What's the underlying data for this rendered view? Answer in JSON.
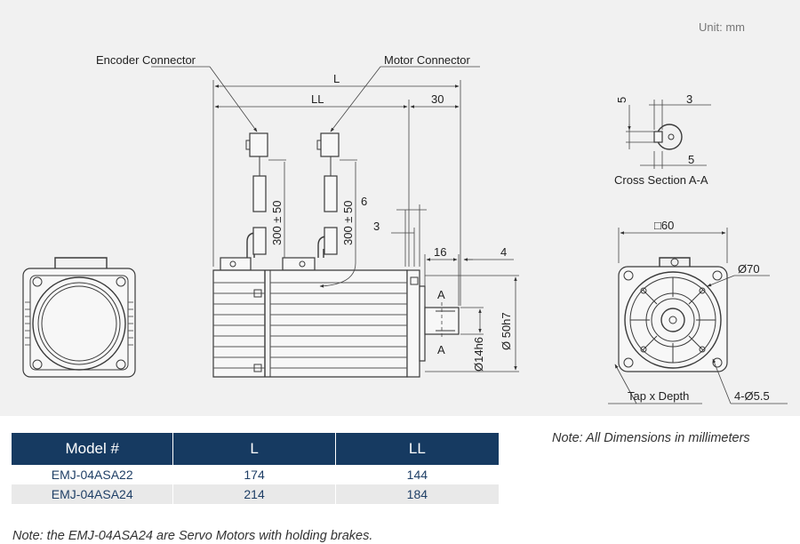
{
  "drawing": {
    "unit_label": "Unit: mm",
    "labels": {
      "encoder_connector": "Encoder Connector",
      "motor_connector": "Motor Connector",
      "L": "L",
      "LL": "LL",
      "dim_30": "30",
      "cable_length_1": "300 ± 50",
      "cable_length_2": "300 ± 50",
      "dim_6": "6",
      "dim_3": "3",
      "dim_16": "16",
      "dim_4": "4",
      "section_A_top": "A",
      "section_A_bottom": "A",
      "shaft_dia": "Ø14h6",
      "pilot_dia": "Ø 50h7",
      "cs_dim_5_vertical": "5",
      "cs_dim_3": "3",
      "cs_dim_5": "5",
      "cross_section_title": "Cross Section A-A",
      "flange_square": "□60",
      "bolt_circle": "Ø70",
      "tap_depth": "Tap x Depth",
      "mount_holes": "4-Ø5.5"
    }
  },
  "table": {
    "headers": [
      "Model #",
      "L",
      "LL"
    ],
    "rows": [
      [
        "EMJ-04ASA22",
        "174",
        "144"
      ],
      [
        "EMJ-04ASA24",
        "214",
        "184"
      ]
    ]
  },
  "notes": {
    "dimensions_note": "Note: All Dimensions in millimeters",
    "brake_note": "Note: the EMJ-04ASA24 are Servo Motors with holding brakes."
  }
}
